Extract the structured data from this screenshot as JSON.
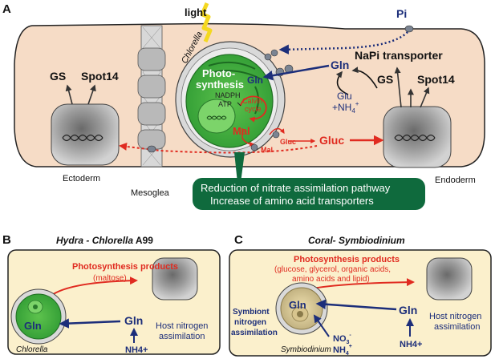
{
  "panelA": {
    "letter": "A",
    "light": "light",
    "chlorella": "Chlorella",
    "photo1": "Photo-",
    "photo2": "synthesis",
    "nadph": "NADPH",
    "atp": "ATP",
    "calvin1": "Calvin",
    "calvin2": "cycle",
    "gln_inner": "Gln",
    "gln_mid": "Gln",
    "mal1": "Mal",
    "mal2": "Mal",
    "gluc_small": "Gluc",
    "gluc": "Gluc",
    "pi": "Pi",
    "napi": "NaPi transporter",
    "glu": "Glu",
    "nh4": "+NH",
    "nh4_sub": "4",
    "nh4_sup": "+",
    "gs_left": "GS",
    "spot_left": "Spot14",
    "gs_right": "GS",
    "spot_right": "Spot14",
    "ectoderm": "Ectoderm",
    "endoderm": "Endoderm",
    "mesoglea": "Mesoglea",
    "banner1": "Reduction of nitrate assimilation pathway",
    "banner2": "Increase of amino acid transporters"
  },
  "panelB": {
    "letter": "B",
    "title_a": "Hydra - ",
    "title_b": "Chlorella",
    "title_c": " A99",
    "photo_products": "Photosynthesis products",
    "maltose": "(maltose)",
    "gln_cell": "Gln",
    "gln_host": "Gln",
    "host1": "Host nitrogen",
    "host2": "assimilation",
    "nh4": "NH4+",
    "chlorella": "Chlorella"
  },
  "panelC": {
    "letter": "C",
    "title_a": "Coral- ",
    "title_b": "Symbiodinium",
    "photo_products": "Photosynthesis products",
    "list1": "(glucose, glycerol, organic acids,",
    "list2": "amino acids and lipid)",
    "gln_cell": "Gln",
    "gln_host": "Gln",
    "symb1": "Symbiont",
    "symb2": "nitrogen",
    "symb3": "assimilation",
    "no3": "NO",
    "no3_sub": "3",
    "no3_sup": "-",
    "nh4b": "NH",
    "nh4b_sub": "4",
    "nh4b_sup": "+",
    "nh4": "NH4+",
    "host1": "Host nitrogen",
    "host2": "assimilation",
    "symbiodinium": "Symbiodinium"
  },
  "colors": {
    "cytoplasm": "#f6dcc6",
    "panel_bg": "#fbf0cc",
    "algae_green": "#3ea83b",
    "navy": "#1c2e7a",
    "red": "#e02b20",
    "banner": "#0f6a3d"
  }
}
